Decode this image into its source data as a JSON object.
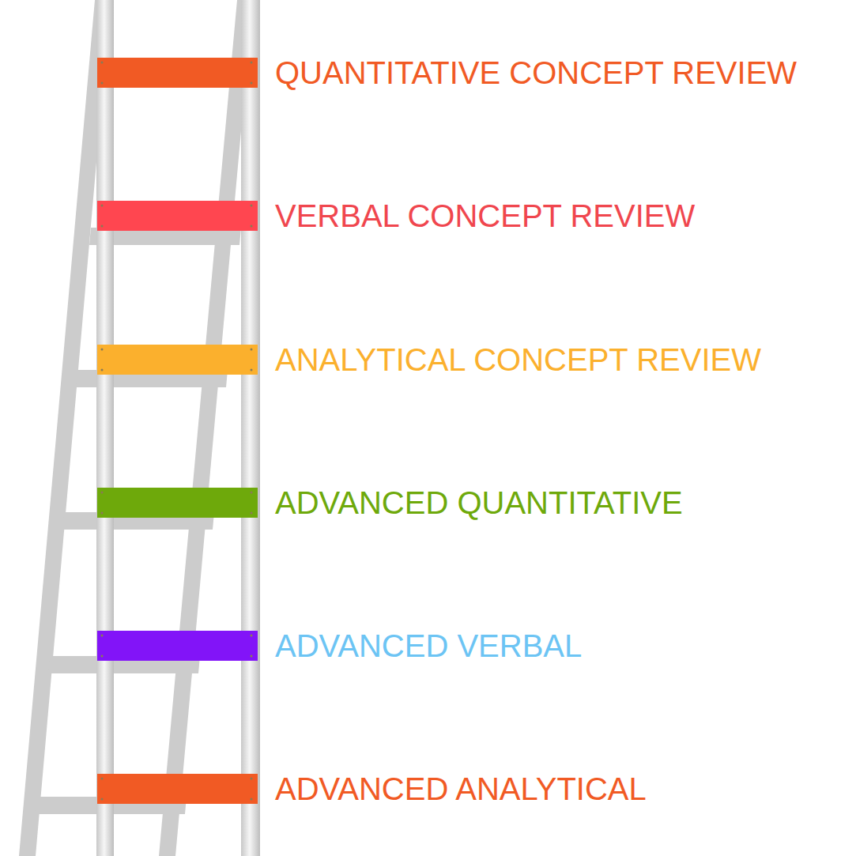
{
  "diagram": {
    "labels": [
      "QUANTITATIVE CONCEPT REVIEW",
      "VERBAL CONCEPT REVIEW",
      "ANALYTICAL CONCEPT REVIEW",
      "ADVANCED QUANTITATIVE",
      "ADVANCED VERBAL",
      "ADVANCED ANALYTICAL"
    ]
  }
}
